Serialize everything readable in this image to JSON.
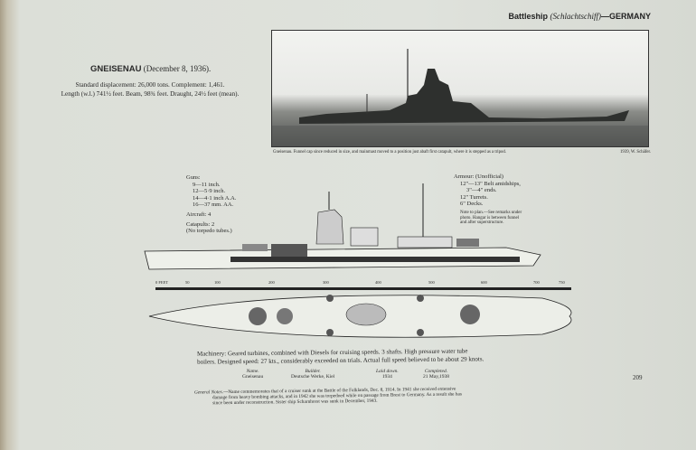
{
  "header": {
    "prefix": "Battleship",
    "italic": "(Schlachtschiff)",
    "suffix": "—GERMANY"
  },
  "ship": {
    "name": "GNEISENAU",
    "date": "(December 8, 1936)."
  },
  "stats": {
    "line1": "Standard displacement: 26,000 tons.   Complement: 1,461.",
    "line2": "Length (w.l.) 741½ feet.   Beam, 98¾ feet.   Draught, 24½ feet (mean)."
  },
  "photo": {
    "caption": "Gneisenau.   Funnel cap since reduced in size, and mainmast moved to a position just abaft first catapult, where it is stepped as a tripod.",
    "credit": "1939, W. Schäfer."
  },
  "guns": {
    "title": "Guns:",
    "items": [
      "9—11 inch.",
      "12—5·9 inch.",
      "14—4·1 inch A.A.",
      "16—37 mm. AA."
    ],
    "aircraft": "Aircraft: 4",
    "catapults": "Catapults: 2",
    "torpedo": "(No torpedo tubes.)"
  },
  "armour": {
    "title": "Armour: (Unofficial)",
    "items": [
      "12\"—13\" Belt amidships,",
      "3\"—4\" ends.",
      "12\" Turrets.",
      "6\" Decks."
    ],
    "note": [
      "Note to plan.—See remarks under",
      "photo.  Hangar is between funnel",
      "and after superstructure."
    ]
  },
  "scale": {
    "labels": [
      "0 FEET",
      "50",
      "100",
      "200",
      "300",
      "400",
      "500",
      "600",
      "700",
      "750"
    ]
  },
  "machinery": {
    "line1": "Machinery: Geared turbines, combined with Diesels for cruising speeds. 3 shafts.   High pressure water tube",
    "line2": "boilers.  Designed speed: 27 kts., considerably exceeded on trials.  Actual full speed believed to be about 29 knots."
  },
  "table": {
    "name_h": "Name.",
    "name": "Gneisenau",
    "builder_h": "Builder.",
    "builder": "Deutsche Werke, Kiel",
    "laid_h": "Laid down.",
    "laid": "1934",
    "completed_h": "Completed.",
    "completed": "21 May,1938"
  },
  "general_notes": {
    "label": "General Notes.",
    "text1": "—Name commemorates that of a cruiser sunk at the Battle of the Falklands, Dec. 8, 1914.  In 1941 she received extensive",
    "text2": "damage from heavy bombing attacks, and in 1942 she was torpedoed while on passage from Brest to Germany.  As a result she has",
    "text3": "since been under reconstruction.  Sister ship Scharnhorst was sunk in December, 1943."
  },
  "page_number": "209"
}
